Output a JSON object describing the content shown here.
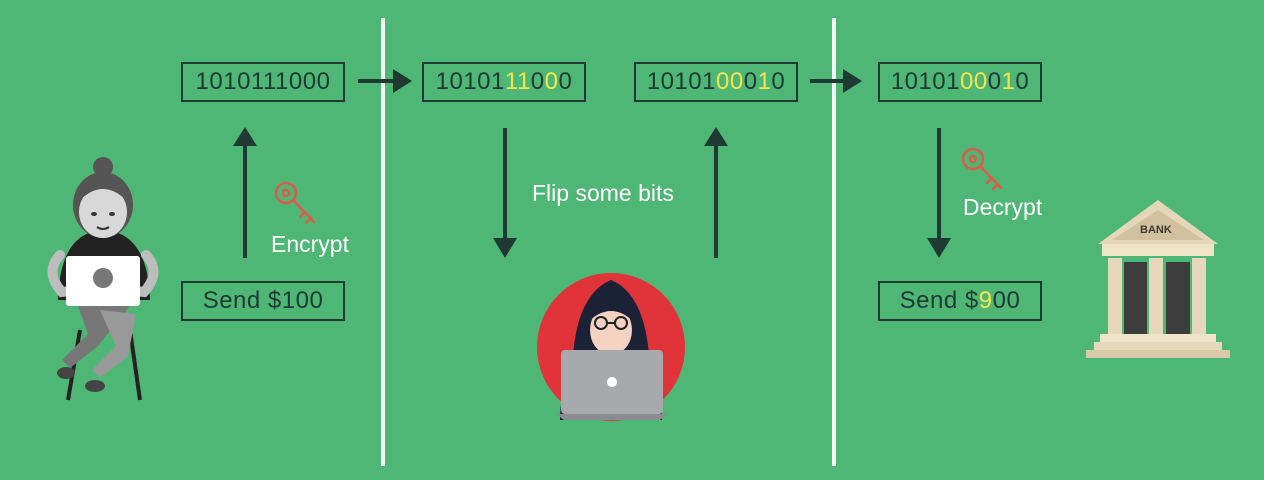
{
  "boxes": {
    "alice_cipher": [
      {
        "t": "1010111000",
        "hl": false
      }
    ],
    "network_cipher": [
      {
        "t": "10101",
        "hl": false
      },
      {
        "t": "11",
        "hl": true
      },
      {
        "t": "0",
        "hl": false
      },
      {
        "t": "0",
        "hl": true
      },
      {
        "t": "0",
        "hl": false
      }
    ],
    "attacker_cipher": [
      {
        "t": "10101",
        "hl": false
      },
      {
        "t": "00",
        "hl": true
      },
      {
        "t": "0",
        "hl": false
      },
      {
        "t": "1",
        "hl": true
      },
      {
        "t": "0",
        "hl": false
      }
    ],
    "bank_cipher": [
      {
        "t": "10101",
        "hl": false
      },
      {
        "t": "00",
        "hl": true
      },
      {
        "t": "0",
        "hl": false
      },
      {
        "t": "1",
        "hl": true
      },
      {
        "t": "0",
        "hl": false
      }
    ],
    "alice_plain": [
      {
        "t": "Send $100",
        "hl": false
      }
    ],
    "bank_plain": [
      {
        "t": "Send $",
        "hl": false
      },
      {
        "t": "9",
        "hl": true
      },
      {
        "t": "00",
        "hl": false
      }
    ]
  },
  "labels": {
    "encrypt": "Encrypt",
    "flip": "Flip some bits",
    "decrypt": "Decrypt",
    "bank_sign": "BANK"
  },
  "colors": {
    "background": "#4fb775",
    "box_border": "#1e3a33",
    "highlight": "#f2e54d",
    "key": "#e05a48",
    "hacker_circle": "#e0343a"
  },
  "icons": [
    "person-with-laptop-icon",
    "key-icon",
    "hacker-icon",
    "bank-icon"
  ]
}
